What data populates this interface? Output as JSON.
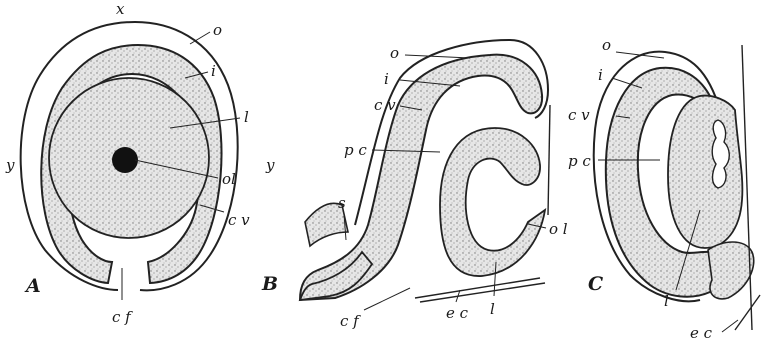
{
  "panels": [
    {
      "id": "A",
      "title": "A",
      "labels": {
        "x": "x",
        "o": "o",
        "i": "i",
        "l": "l",
        "ol": "ol",
        "cv": "c v",
        "cf": "c f",
        "y_left": "y",
        "y_right": "y"
      }
    },
    {
      "id": "B",
      "title": "B",
      "labels": {
        "o": "o",
        "i": "i",
        "cv": "c v",
        "pc": "p c",
        "s": "s",
        "ol": "o l",
        "cf": "c f",
        "ec": "e c",
        "l": "l"
      }
    },
    {
      "id": "C",
      "title": "C",
      "labels": {
        "o": "o",
        "i": "i",
        "cv": "c v",
        "pc": "p c",
        "l": "l",
        "ec": "e c"
      }
    }
  ],
  "colors": {
    "ink": "#222222",
    "tissue": "#d8d8d8",
    "lens": "#cfcfcf",
    "background": "#ffffff"
  }
}
